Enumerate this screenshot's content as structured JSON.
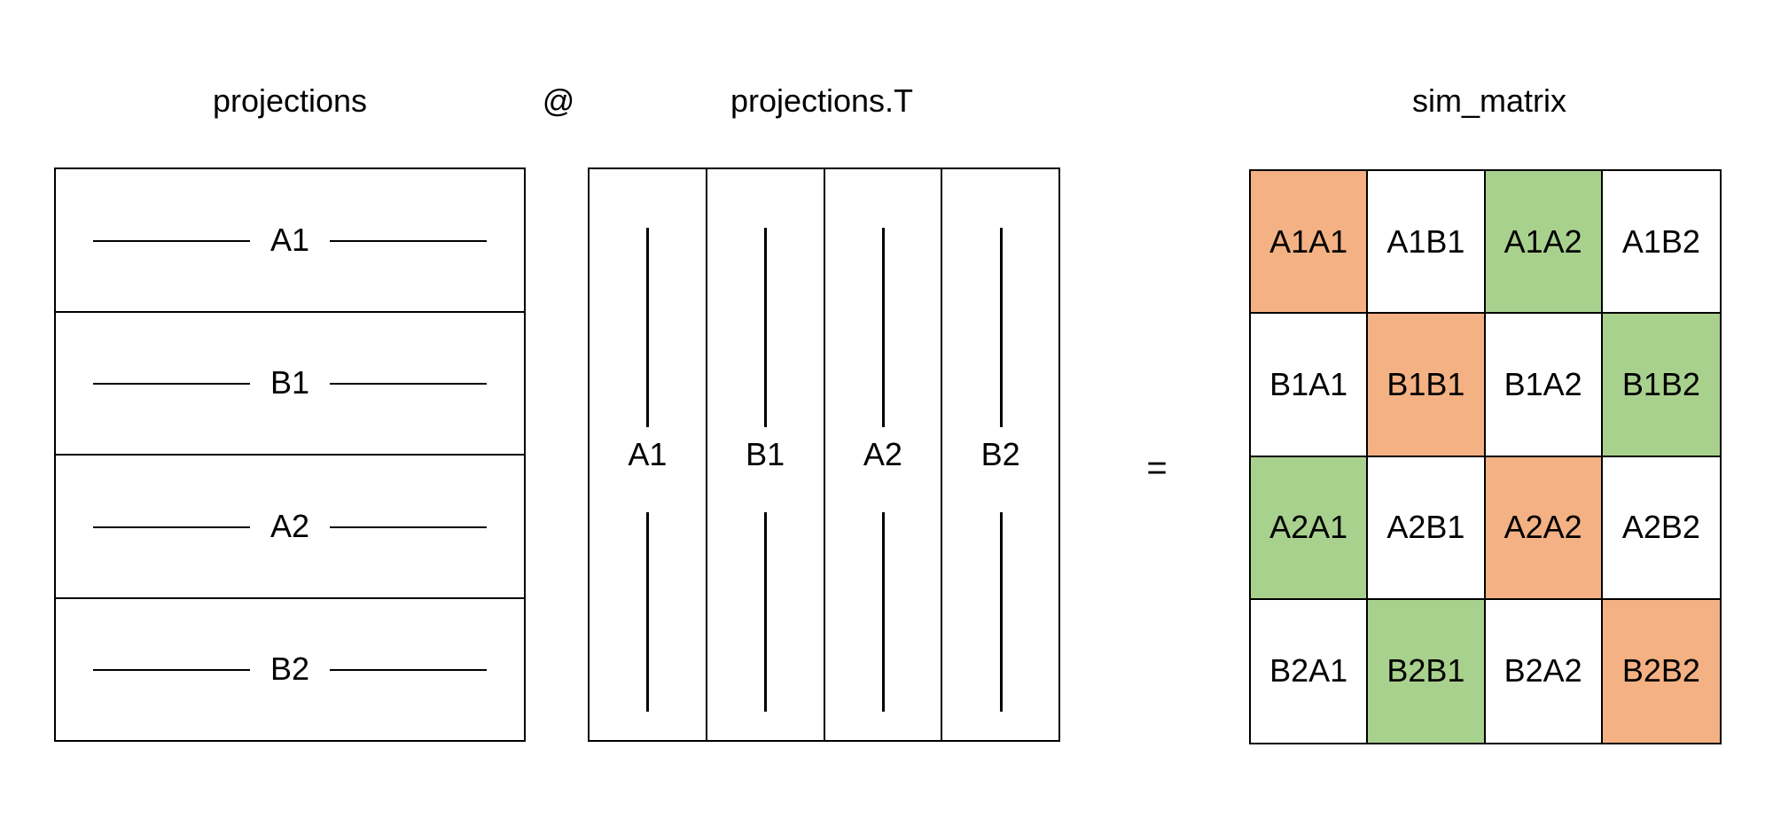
{
  "titles": {
    "projections": "projections",
    "operator_matmul": "@",
    "projections_t": "projections.T",
    "operator_equals": "=",
    "sim_matrix": "sim_matrix"
  },
  "projections_rows": [
    "A1",
    "B1",
    "A2",
    "B2"
  ],
  "projections_t_cols": [
    "A1",
    "B1",
    "A2",
    "B2"
  ],
  "colors": {
    "diagonal": "#f4b183",
    "pair": "#a9d18e",
    "plain": "#ffffff"
  },
  "sim_matrix": [
    [
      {
        "text": "A1A1",
        "kind": "diagonal"
      },
      {
        "text": "A1B1",
        "kind": "plain"
      },
      {
        "text": "A1A2",
        "kind": "pair"
      },
      {
        "text": "A1B2",
        "kind": "plain"
      }
    ],
    [
      {
        "text": "B1A1",
        "kind": "plain"
      },
      {
        "text": "B1B1",
        "kind": "diagonal"
      },
      {
        "text": "B1A2",
        "kind": "plain"
      },
      {
        "text": "B1B2",
        "kind": "pair"
      }
    ],
    [
      {
        "text": "A2A1",
        "kind": "pair"
      },
      {
        "text": "A2B1",
        "kind": "plain"
      },
      {
        "text": "A2A2",
        "kind": "diagonal"
      },
      {
        "text": "A2B2",
        "kind": "plain"
      }
    ],
    [
      {
        "text": "B2A1",
        "kind": "plain"
      },
      {
        "text": "B2B1",
        "kind": "pair"
      },
      {
        "text": "B2A2",
        "kind": "plain"
      },
      {
        "text": "B2B2",
        "kind": "diagonal"
      }
    ]
  ]
}
